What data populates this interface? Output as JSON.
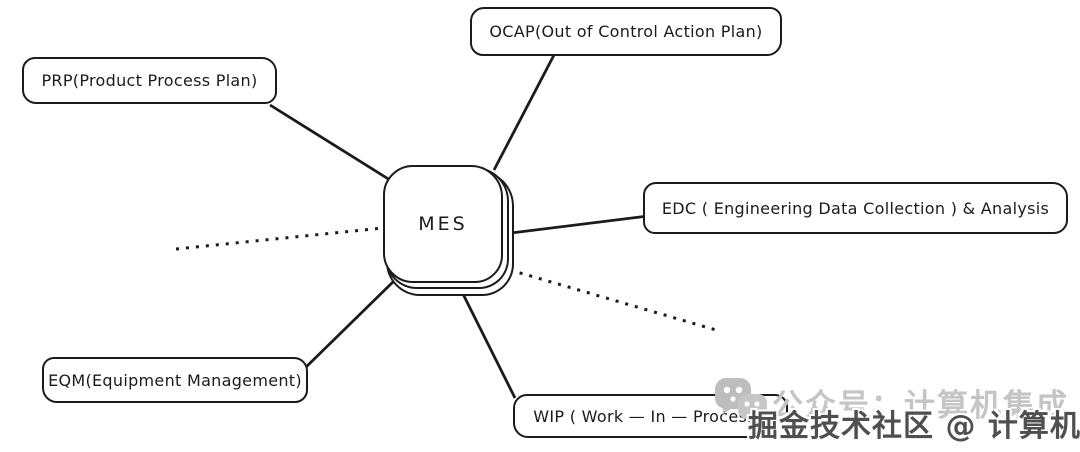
{
  "diagram": {
    "hub": {
      "label": "MES"
    },
    "nodes": [
      {
        "id": "prp",
        "label": "PRP(Product Process Plan)"
      },
      {
        "id": "ocap",
        "label": "OCAP(Out of Control Action Plan)"
      },
      {
        "id": "edc",
        "label": "EDC ( Engineering Data Collection ) & Analysis"
      },
      {
        "id": "eqm",
        "label": "EQM(Equipment Management)"
      },
      {
        "id": "wip",
        "label": "WIP ( Work — In — Process )"
      }
    ],
    "edges": [
      {
        "from": "MES",
        "to": "PRP",
        "style": "solid"
      },
      {
        "from": "MES",
        "to": "OCAP",
        "style": "solid"
      },
      {
        "from": "MES",
        "to": "EDC",
        "style": "solid"
      },
      {
        "from": "MES",
        "to": "EQM",
        "style": "solid"
      },
      {
        "from": "MES",
        "to": "WIP",
        "style": "solid"
      },
      {
        "from": "MES",
        "to": "",
        "style": "dotted",
        "direction": "left"
      },
      {
        "from": "MES",
        "to": "",
        "style": "dotted",
        "direction": "bottom-right"
      }
    ],
    "colors": {
      "stroke": "#1b1b1b",
      "node_fill": "#ffffff",
      "background": "#ffffff"
    }
  },
  "watermarks": {
    "wechat": {
      "icon": "wechat-icon",
      "text": "公众号：计算机集成",
      "color": "#c5c5c5"
    },
    "juejin": {
      "text": "掘金技术社区 @ 计算机集成",
      "color": "#4f4f4f"
    }
  }
}
